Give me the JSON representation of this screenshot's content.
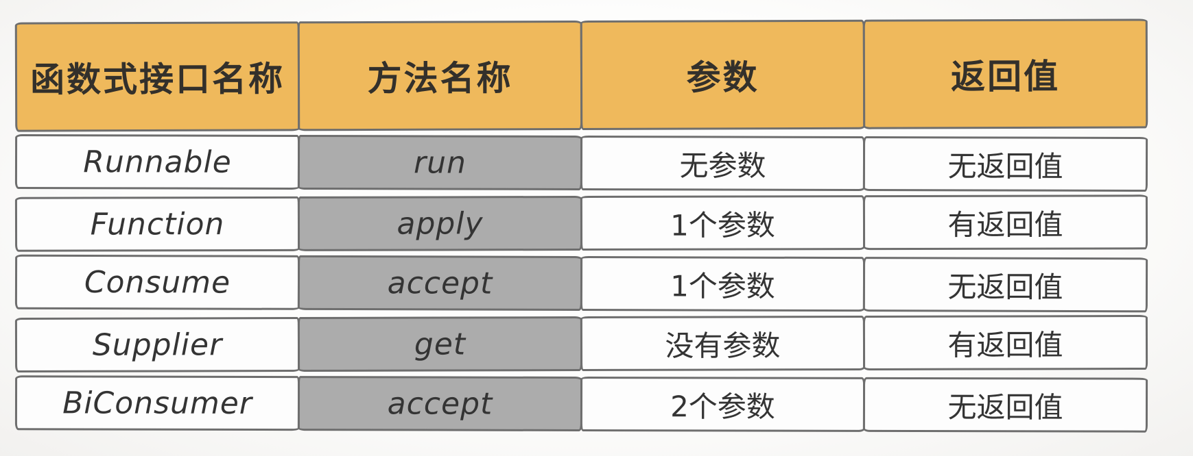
{
  "chart_data": {
    "type": "table",
    "columns": [
      "函数式接口名称",
      "方法名称",
      "参数",
      "返回值"
    ],
    "rows": [
      {
        "interface": "Runnable",
        "method": "run",
        "params": "无参数",
        "returns": "无返回值"
      },
      {
        "interface": "Function",
        "method": "apply",
        "params": "1个参数",
        "returns": "有返回值"
      },
      {
        "interface": "Consume",
        "method": "accept",
        "params": "1个参数",
        "returns": "无返回值"
      },
      {
        "interface": "Supplier",
        "method": "get",
        "params": "没有参数",
        "returns": "有返回值"
      },
      {
        "interface": "BiConsumer",
        "method": "accept",
        "params": "2个参数",
        "returns": "无返回值"
      }
    ]
  },
  "colors": {
    "header_bg": "#efb95c",
    "method_col_bg": "#acacac",
    "cell_bg": "#fdfdfd",
    "border": "#6e6e6e",
    "header_text": "#33302b",
    "body_text": "#343434",
    "page_bg": "#fbfaf9"
  }
}
